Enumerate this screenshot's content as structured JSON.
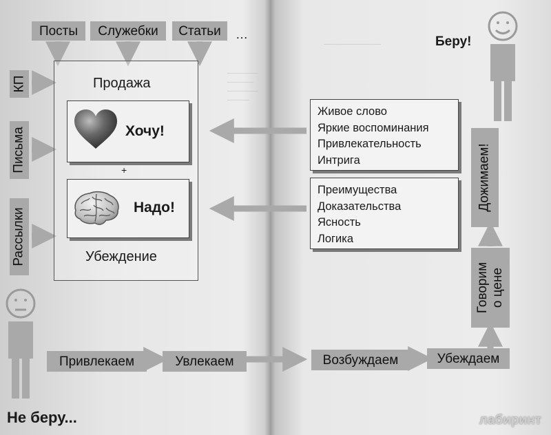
{
  "top_sources": [
    "Посты",
    "Служебки",
    "Статьи"
  ],
  "top_ellipsis": "…",
  "side_sources": [
    "КП",
    "Письма",
    "Рассылки"
  ],
  "frame": {
    "top_label": "Продажа",
    "bottom_label": "Убеждение",
    "plus": "+",
    "emotion_word": "Хочу!",
    "logic_word": "Надо!"
  },
  "emotion_list": [
    "Живое слово",
    "Яркие воспоминания",
    "Привлекательность",
    "Интрига"
  ],
  "logic_list": [
    "Преимущества",
    "Доказательства",
    "Ясность",
    "Логика"
  ],
  "steps": [
    "Привлекаем",
    "Увлекаем",
    "Возбуждаем",
    "Убеждаем"
  ],
  "right_steps": [
    "Говорим\nо цене",
    "Дожимаем!"
  ],
  "start_caption": "Не беру...",
  "end_caption": "Беру!",
  "watermark": "лабиринт"
}
